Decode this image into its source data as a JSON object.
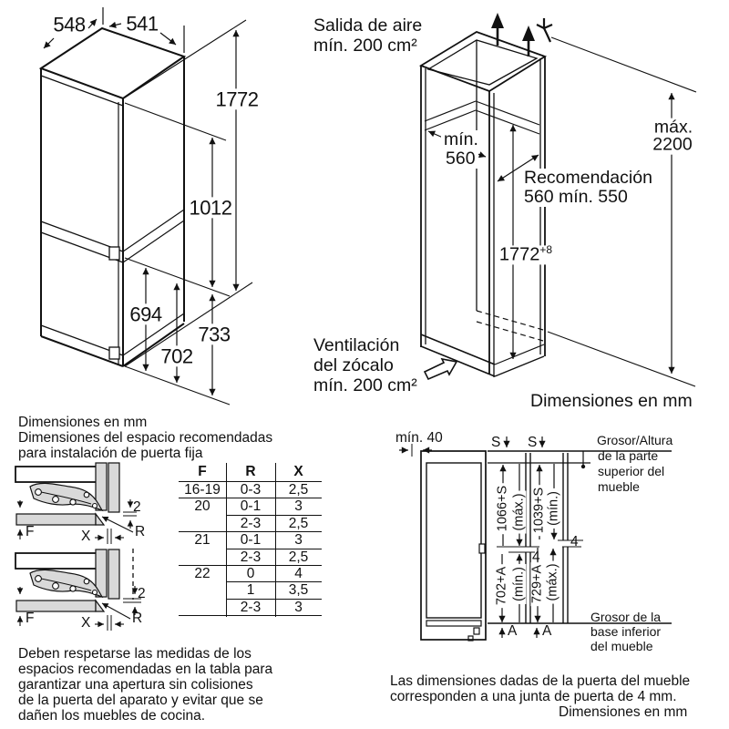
{
  "top_left": {
    "dims": {
      "depth": "548",
      "width": "541",
      "height": "1772",
      "upper": "1012",
      "lower_front": "694",
      "lower_mid": "702",
      "lower_back": "733"
    }
  },
  "top_right": {
    "air": [
      "Salida de aire",
      "mín. 200 cm²"
    ],
    "max": [
      "máx.",
      "2200"
    ],
    "min_depth": [
      "mín.",
      "560"
    ],
    "reco": [
      "Recomendación",
      "560 mín. 550"
    ],
    "niche_h": "1772",
    "niche_h_sup": "+8",
    "vent": [
      "Ventilación",
      "del zócalo",
      "mín. 200 cm²"
    ],
    "units": "Dimensiones en mm"
  },
  "bottom_left": {
    "units": "Dimensiones en mm",
    "subtitle": [
      "Dimensiones del espacio recomendadas",
      "para instalación de puerta fija"
    ],
    "hinge_labels": {
      "gap": "2",
      "f": "F",
      "x": "X",
      "r": "R"
    },
    "table": {
      "headers": [
        "F",
        "R",
        "X"
      ],
      "rows": [
        [
          "16-19",
          "0-3",
          "2,5"
        ],
        [
          "20",
          "0-1",
          "3"
        ],
        [
          "",
          "2-3",
          "2,5"
        ],
        [
          "21",
          "0-1",
          "3"
        ],
        [
          "",
          "2-3",
          "2,5"
        ],
        [
          "22",
          "0",
          "4"
        ],
        [
          "",
          "1",
          "3,5"
        ],
        [
          "",
          "2-3",
          "3"
        ]
      ]
    },
    "note": [
      "Deben respetarse las medidas de los",
      "espacios recomendadas en la tabla para",
      "garantizar una apertura sin colisiones",
      "de la puerta del aparato y evitar que se",
      "dañen los muebles de cocina."
    ]
  },
  "bottom_right": {
    "min40": "mín. 40",
    "s": "S",
    "a": "A",
    "gap4": "4",
    "dim_ul": [
      "1066+S",
      "(máx.)"
    ],
    "dim_ur": [
      "1039+S",
      "(mín.)"
    ],
    "dim_ll": [
      "702+A",
      "(mín.)"
    ],
    "dim_lr": [
      "729+A",
      "(máx.)"
    ],
    "top_note": [
      "Grosor/Altura",
      "de la parte",
      "superior del",
      "mueble"
    ],
    "bottom_note": [
      "Grosor de la",
      "base inferior",
      "del mueble"
    ],
    "caption": [
      "Las dimensiones dadas de la puerta del mueble",
      "corresponden a una junta de puerta de 4 mm."
    ],
    "units": "Dimensiones en mm"
  }
}
